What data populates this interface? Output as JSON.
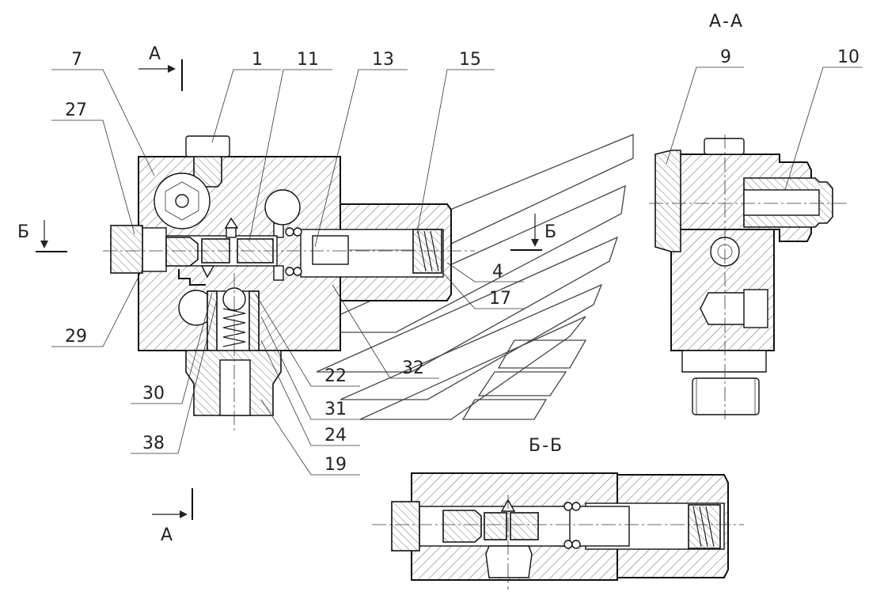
{
  "view_titles": {
    "section_aa": "А-А",
    "section_bb": "Б-Б"
  },
  "cut_marks": {
    "a_top": "А",
    "a_bottom": "А",
    "b_left": "Б",
    "b_right": "Б"
  },
  "callouts": {
    "c7": "7",
    "c1": "1",
    "c11": "11",
    "c13": "13",
    "c15": "15",
    "c27": "27",
    "c29": "29",
    "c4": "4",
    "c17": "17",
    "c32": "32",
    "c22": "22",
    "c30": "30",
    "c31": "31",
    "c24": "24",
    "c38": "38",
    "c19": "19",
    "c9": "9",
    "c10": "10"
  }
}
